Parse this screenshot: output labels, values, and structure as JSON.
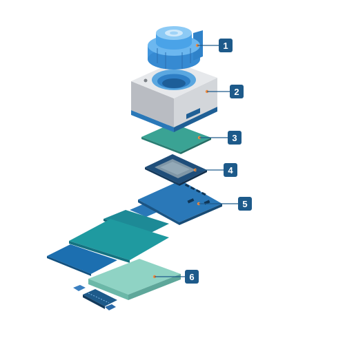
{
  "diagram": {
    "parts": [
      {
        "label": "1",
        "icon": "lens-assembly-icon"
      },
      {
        "label": "2",
        "icon": "lens-holder-icon"
      },
      {
        "label": "3",
        "icon": "ir-filter-icon"
      },
      {
        "label": "4",
        "icon": "image-sensor-icon"
      },
      {
        "label": "5",
        "icon": "circuit-board-icon"
      },
      {
        "label": "6",
        "icon": "stiffener-plate-icon"
      }
    ],
    "colors": {
      "callout_fill": "#1d5a8a",
      "leader_line": "#1d5a8a",
      "dot": "#f08a3c",
      "lens_blue": "#4aa3e8",
      "holder_gray": "#c9ccd1",
      "filter_green": "#3aa394",
      "sensor_navy": "#1f4e7a",
      "pcb_blue": "#2a78b8",
      "flex_teal": "#1d8a96",
      "plate_mint": "#8fd3c4"
    }
  }
}
